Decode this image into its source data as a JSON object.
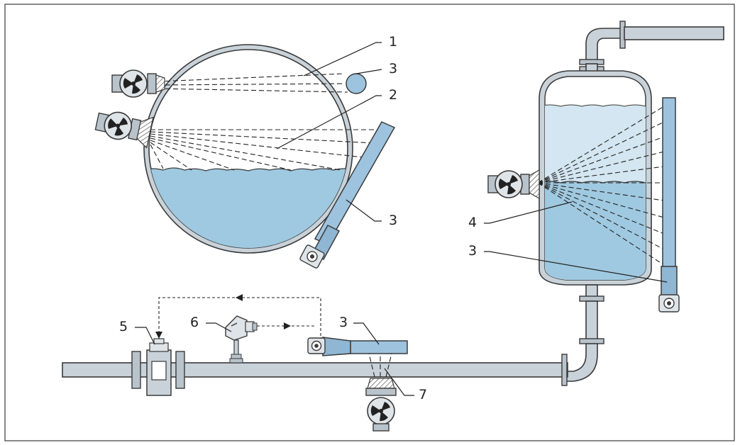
{
  "diagram": {
    "callouts": {
      "c1": "1",
      "c2": "2",
      "c3_point_source_tank": "3",
      "c3_rod_tank": "3",
      "c4": "4",
      "c3_vessel": "3",
      "c5": "5",
      "c6": "6",
      "c3_pipe": "3",
      "c7": "7"
    },
    "colors": {
      "liquid": "#9fc9e0",
      "liquid_light": "#d3e6f1",
      "detector": "#9dc3df",
      "metal": "#c9d2d9",
      "line": "#3a3a3a"
    },
    "icons": [
      "radiation-source-icon",
      "detector-head-icon",
      "temperature-transmitter-icon",
      "flowmeter-icon"
    ]
  }
}
